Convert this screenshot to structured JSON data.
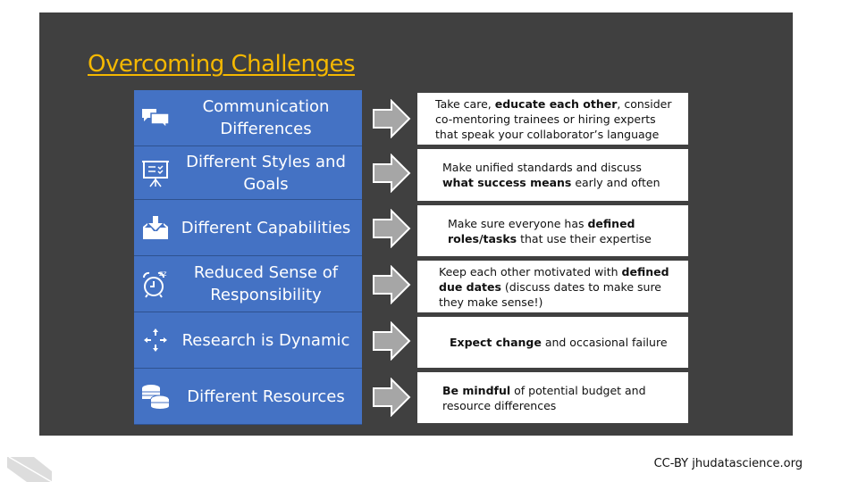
{
  "title": "Overcoming Challenges",
  "rows": [
    {
      "label": "Communication Differences",
      "icon": "speech-bubbles-icon",
      "text": [
        {
          "t": "Take care, "
        },
        {
          "t": "educate each other",
          "b": true
        },
        {
          "t": ", consider co-mentoring trainees or hiring experts that speak your collaborator’s language"
        }
      ]
    },
    {
      "label": "Different Styles and Goals",
      "icon": "presentation-board-icon",
      "text": [
        {
          "t": "Make unified standards and discuss "
        },
        {
          "t": "what success means",
          "b": true
        },
        {
          "t": " early and often"
        }
      ]
    },
    {
      "label": "Different Capabilities",
      "icon": "inbox-download-icon",
      "text": [
        {
          "t": "Make sure everyone has "
        },
        {
          "t": "defined roles/tasks",
          "b": true
        },
        {
          "t": " that use their expertise"
        }
      ]
    },
    {
      "label": "Reduced Sense of Responsibility",
      "icon": "alarm-clock-snooze-icon",
      "text": [
        {
          "t": "Keep each other motivated with "
        },
        {
          "t": "defined due dates",
          "b": true
        },
        {
          "t": " (discuss dates to make sure they make sense!)"
        }
      ]
    },
    {
      "label": "Research is Dynamic",
      "icon": "move-arrows-icon",
      "text": [
        {
          "t": "Expect change",
          "b": true
        },
        {
          "t": " and occasional failure"
        }
      ]
    },
    {
      "label": "Different Resources",
      "icon": "coins-icon",
      "text": [
        {
          "t": "Be mindful",
          "b": true
        },
        {
          "t": " of potential budget and resource differences"
        }
      ]
    }
  ],
  "footer": "CC-BY jhudatascience.org",
  "colors": {
    "title": "#f5b800",
    "blue": "#4472c4",
    "panel": "#404040"
  }
}
